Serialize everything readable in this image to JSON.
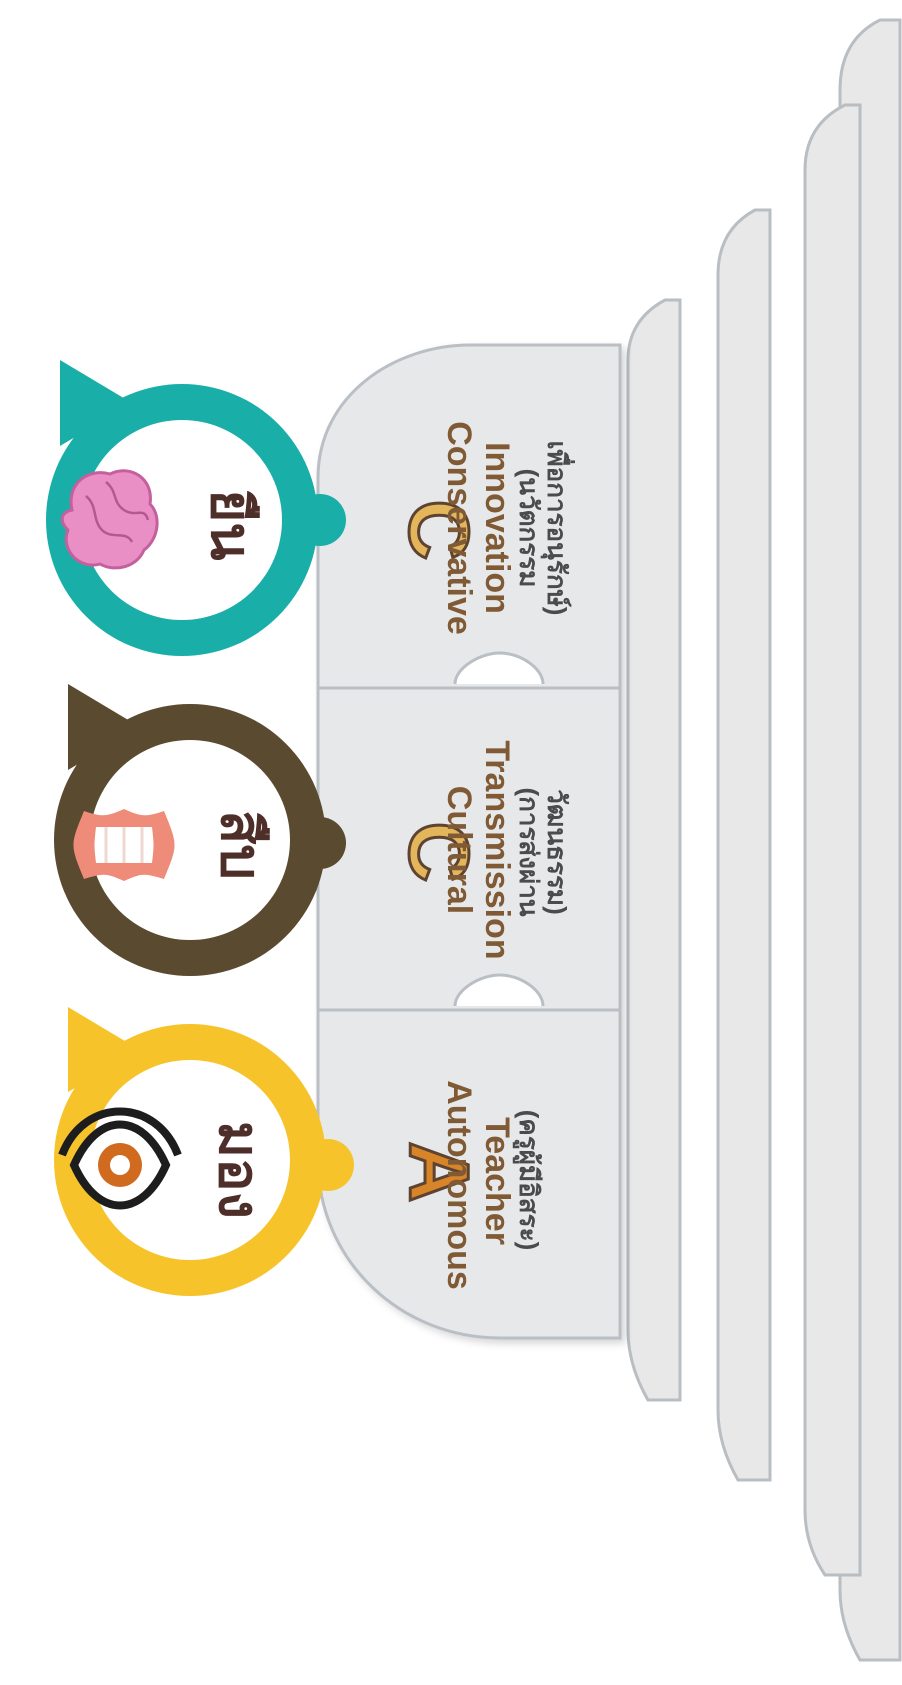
{
  "colors": {
    "background": "#ffffff",
    "step_fill": "#e8e8e8",
    "step_edge": "#b9bec3",
    "puzzle_fill": "#e6e8ea",
    "puzzle_edge": "#b9bfc4",
    "ring_mong": "#f6c42a",
    "ring_sueb": "#594a30",
    "ring_yuen": "#1aaea8",
    "label_dark": "#4d2e29",
    "letter_a_fill": "#d88429",
    "letter_c_fill": "#e4b65b",
    "letter_outline": "#5f4331",
    "eye_orange": "#d06a1e",
    "lip_coral": "#ee8b79",
    "brain_pink": "#ea8fc5",
    "text_title": "#7f5a34",
    "text_body": "#4b4b4b"
  },
  "icons": {
    "mong": "eye-icon",
    "sueb": "mouth-icon",
    "yuen": "brain-icon"
  },
  "circles": [
    {
      "label": "มอง",
      "icon": "eye-icon",
      "color": "#f6c42a"
    },
    {
      "label": "สืบ",
      "icon": "mouth-icon",
      "color": "#594a30"
    },
    {
      "label": "ยืน",
      "icon": "brain-icon",
      "color": "#1aaea8"
    }
  ],
  "pieces": [
    {
      "letter": "A",
      "title": "Autonomous",
      "subtitle": "Teacher",
      "thai": [
        "(ครูผู้มีอิสระ)"
      ]
    },
    {
      "letter": "C",
      "title": "Cultural",
      "subtitle": "Transmission",
      "thai": [
        "(การส่งผ่าน",
        "วัฒนธรรม)"
      ]
    },
    {
      "letter": "C",
      "title": "Conservative",
      "subtitle": "Innovation",
      "thai": [
        "(นวัตกรรม",
        "เพื่อการอนุรักษ์)"
      ]
    }
  ]
}
